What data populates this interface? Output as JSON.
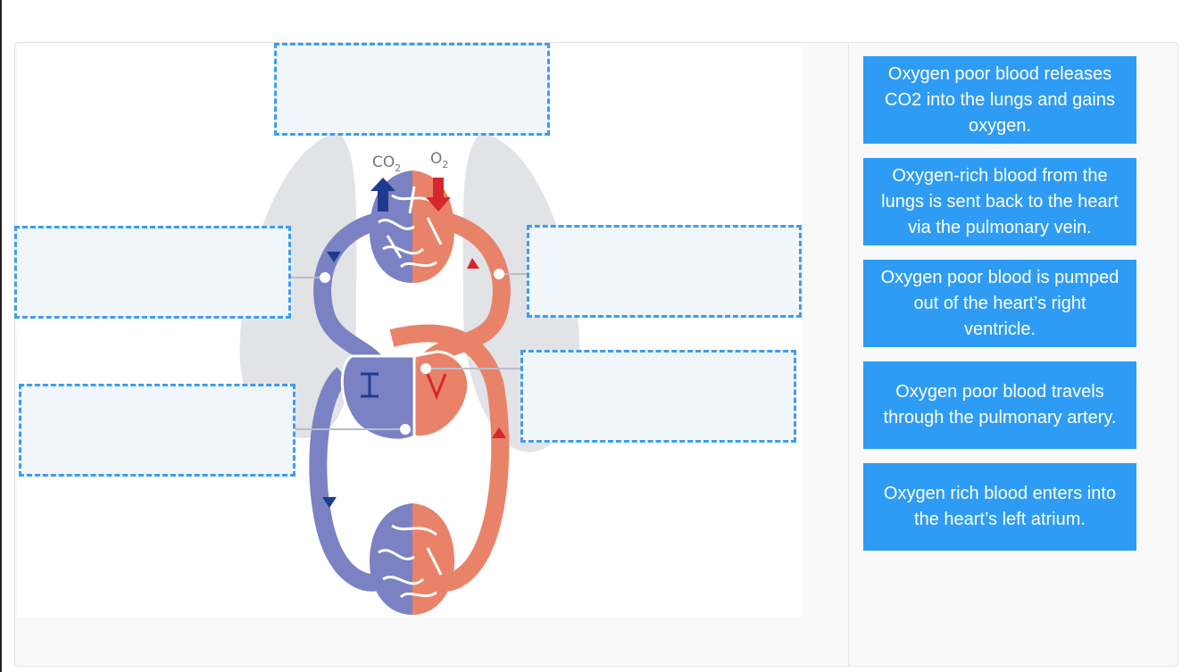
{
  "diagram": {
    "gas_out": "CO",
    "gas_out_sub": "2",
    "gas_in": "O",
    "gas_in_sub": "2"
  },
  "options": [
    "Oxygen poor blood releases CO2 into the lungs and gains oxygen.",
    "Oxygen-rich blood from the lungs is sent back to the heart via the pulmonary vein.",
    "Oxygen poor blood is pumped out of the heart’s right ventricle.",
    "Oxygen poor blood travels through the pulmonary artery.",
    "Oxygen rich blood enters into the heart’s left atrium."
  ],
  "colors": {
    "accent": "#2e9cf5",
    "drop_border": "#3c9df2",
    "deoxygenated": "#7a82c4",
    "oxygenated": "#e8836a",
    "arrow_red": "#d6262b",
    "arrow_blue": "#1d3c8f"
  }
}
